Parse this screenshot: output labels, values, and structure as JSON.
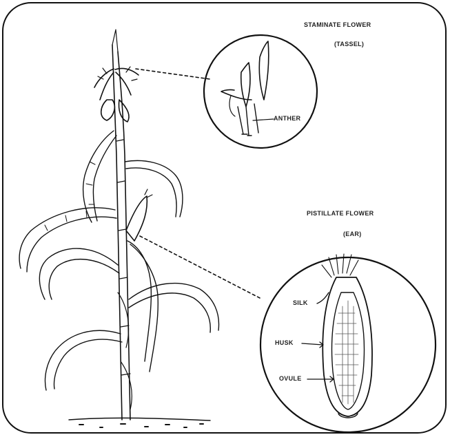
{
  "labels": {
    "staminate_title": "STAMINATE FLOWER",
    "staminate_sub": "(TASSEL)",
    "pistillate_title": "PISTILLATE FLOWER",
    "pistillate_sub": "(EAR)",
    "anther": "ANTHER",
    "silk": "SILK",
    "husk": "HUSK",
    "ovule": "OVULE"
  },
  "colors": {
    "ink": "#111111",
    "background": "#ffffff"
  }
}
